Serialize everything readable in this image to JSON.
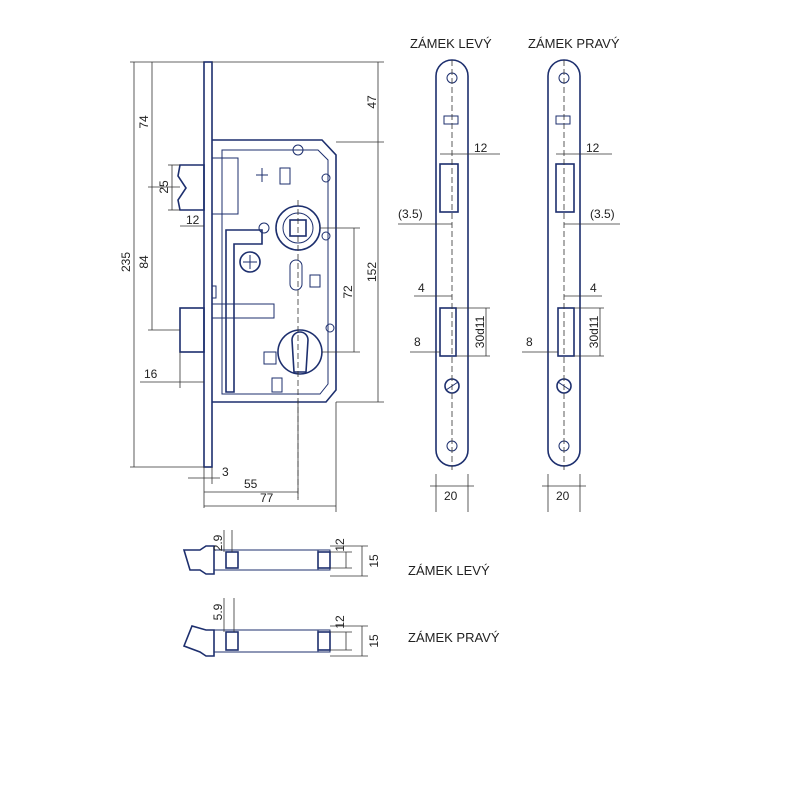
{
  "labels": {
    "lock_left_top": "ZÁMEK LEVÝ",
    "lock_right_top": "ZÁMEK PRAVÝ",
    "lock_left_bottom": "ZÁMEK LEVÝ",
    "lock_right_bottom": "ZÁMEK PRAVÝ"
  },
  "dimensions": {
    "main": {
      "d74": "74",
      "d47": "47",
      "d25": "25",
      "d12": "12",
      "d235": "235",
      "d84": "84",
      "d152": "152",
      "d72": "72",
      "d16": "16",
      "d3": "3",
      "d55": "55",
      "d77": "77"
    },
    "plate_left": {
      "d12": "12",
      "d3_5": "(3.5)",
      "d4": "4",
      "d8": "8",
      "d30d11": "30d11",
      "d20": "20"
    },
    "plate_right": {
      "d12": "12",
      "d3_5": "(3.5)",
      "d4": "4",
      "d8": "8",
      "d30d11": "30d11",
      "d20": "20"
    },
    "latch_left": {
      "d2_9": "2.9",
      "d12": "12",
      "d15": "15"
    },
    "latch_right": {
      "d5_9": "5.9",
      "d12": "12",
      "d15": "15"
    }
  },
  "colors": {
    "line": "#1d2f6e",
    "dimension": "#333333"
  }
}
